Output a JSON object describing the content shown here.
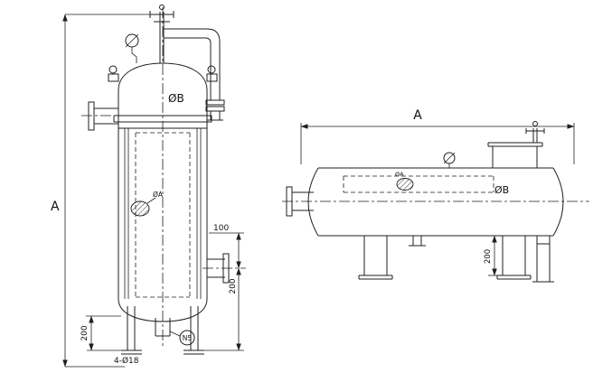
{
  "canvas": {
    "background": "#ffffff",
    "line_color": "#1f1f1f"
  },
  "front_view": {
    "labels": {
      "overall_height": "A",
      "shell_diameter": "ØB",
      "element_diameter": "ØA",
      "nozzle_offset": "100",
      "nozzle_height": "200",
      "base_height": "200",
      "anchor_bolt_holes": "4-Ø18",
      "nozzle_tag": "N5"
    }
  },
  "side_view": {
    "labels": {
      "overall_length": "A",
      "shell_diameter": "ØB",
      "element_diameter": "ØA",
      "saddle_height": "200"
    }
  }
}
